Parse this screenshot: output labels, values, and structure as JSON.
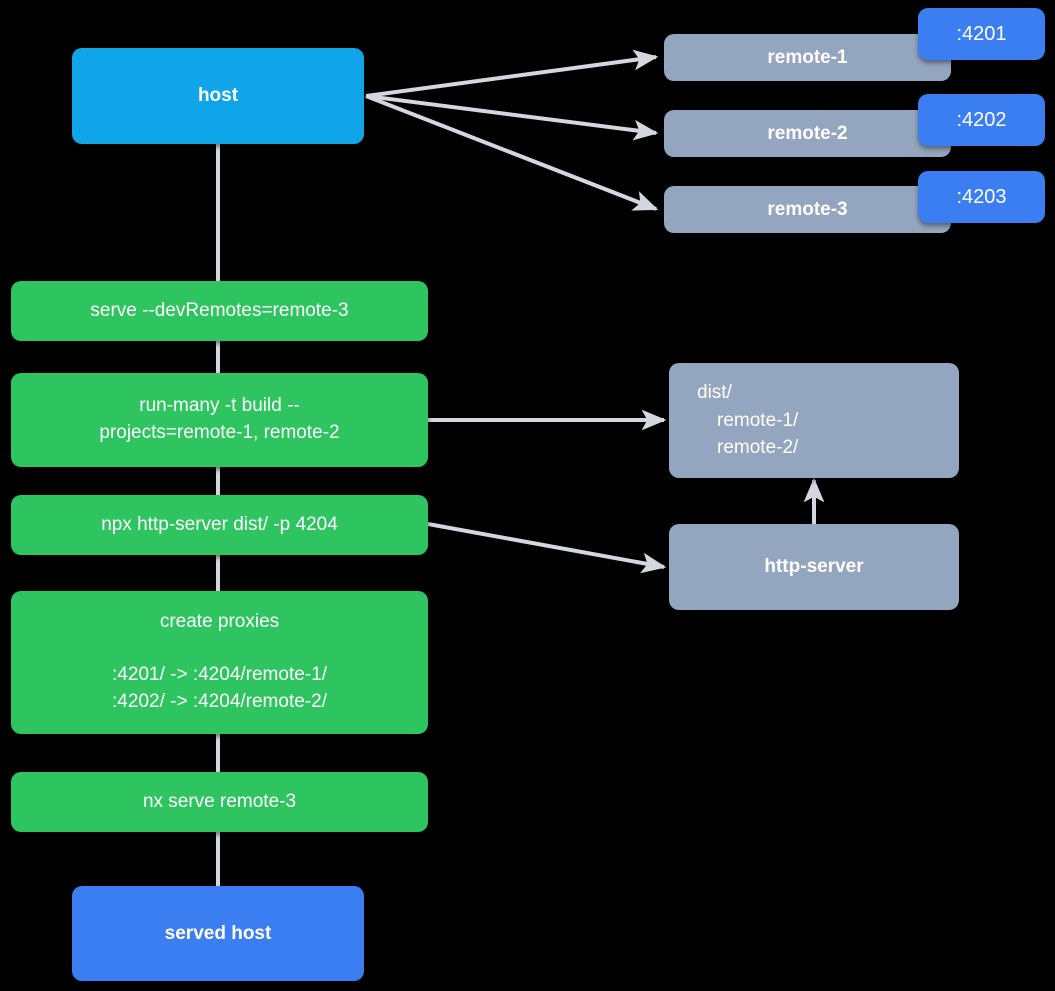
{
  "diagram": {
    "title": "Nx module federation host and remotes serve flow",
    "background_color": "#000000",
    "colors": {
      "host": "#10a5e8",
      "served_host": "#3b7ef2",
      "remote": "#94a5bf",
      "command": "#2ec45f",
      "port_badge": "#3b7ef2",
      "connector": "#d2d7e0",
      "text": "#ffffff"
    }
  },
  "nodes": {
    "host": {
      "label": "host"
    },
    "served_host": {
      "label": "served host"
    },
    "remotes": [
      {
        "label": "remote-1",
        "port": ":4201"
      },
      {
        "label": "remote-2",
        "port": ":4202"
      },
      {
        "label": "remote-3",
        "port": ":4203"
      }
    ],
    "dist": {
      "root": "dist/",
      "children": [
        "remote-1/",
        "remote-2/"
      ]
    },
    "http_server": {
      "label": "http-server"
    }
  },
  "commands": [
    {
      "id": "serve-devremotes",
      "line1": "serve --devRemotes=remote-3"
    },
    {
      "id": "run-many-build",
      "line1": "run-many -t build --",
      "line2": "projects=remote-1, remote-2"
    },
    {
      "id": "npx-http-server",
      "line1": "npx http-server dist/ -p 4204"
    },
    {
      "id": "create-proxies",
      "title": "create proxies",
      "line1": ":4201/ -> :4204/remote-1/",
      "line2": ":4202/ -> :4204/remote-2/"
    },
    {
      "id": "nx-serve-remote-3",
      "line1": "nx serve remote-3"
    }
  ]
}
